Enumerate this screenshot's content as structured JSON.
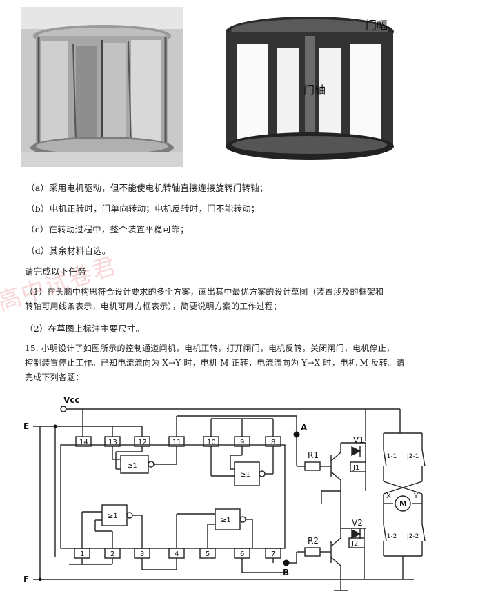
{
  "images": {
    "right_label_top": "门幅",
    "right_label_center": "门轴"
  },
  "requirements": {
    "a": "（a）采用电机驱动，但不能使电机转轴直接连接旋转门转轴；",
    "b": "（b）电机正转时，门单向转动；电机反转时，门不能转动；",
    "c": "（c）在转动过程中，整个装置平稳可靠；",
    "d": "（d）其余材料自选。"
  },
  "task_heading": "请完成以下任务",
  "tasks": {
    "t1_line1": "（1）在头脑中构思符合设计要求的多个方案，画出其中最优方案的设计草图（装置涉及的框架和",
    "t1_line2": "转轴可用线条表示，电机可用方框表示），简要说明方案的工作过程；",
    "t2": "（2）在草图上标注主要尺寸。"
  },
  "question15": {
    "line1": "15. 小明设计了如图所示的控制通道闸机，电机正转，打开闸门，电机反转，关闭闸门，电机停止，",
    "line2": "控制装置停止工作。已知电流流向为 X→Y 时，电机 M 正转，电流流向为 Y→X 时，电机 M 反转。请",
    "line3": "完成下列各题："
  },
  "watermark": "高中试卷君",
  "circuit": {
    "vcc": "Vcc",
    "input_e": "E",
    "input_f": "F",
    "node_a": "A",
    "node_b": "B",
    "r1": "R1",
    "r2": "R2",
    "v1": "V1",
    "v2": "V2",
    "j1": "J1",
    "j2": "J2",
    "j1_1": "J1-1",
    "j2_1": "J2-1",
    "j1_2": "J1-2",
    "j2_2": "J2-2",
    "motor": "M",
    "x": "X",
    "y": "Y",
    "gate_symbol": "≥1",
    "pins_top": [
      "14",
      "13",
      "12",
      "11",
      "10",
      "9",
      "8"
    ],
    "pins_bottom": [
      "1",
      "2",
      "3",
      "4",
      "5",
      "6",
      "7"
    ]
  }
}
